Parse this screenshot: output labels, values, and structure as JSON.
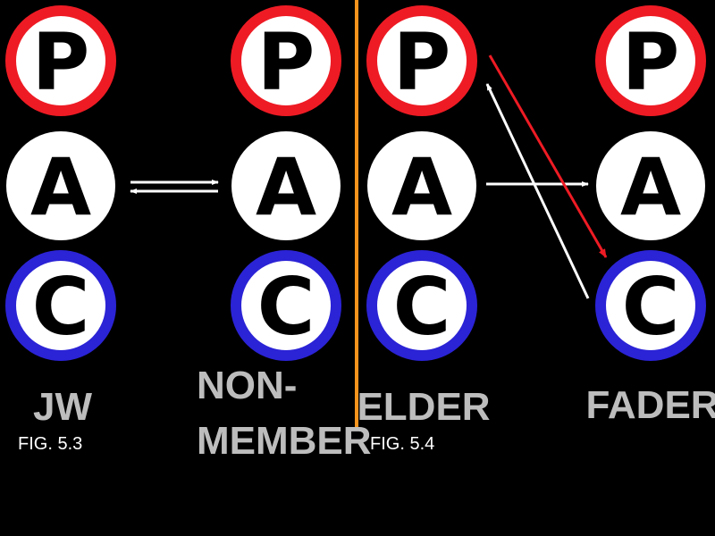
{
  "colors": {
    "background": "#000000",
    "p_ring": "#ee1b24",
    "a_ring": "#ffffff",
    "c_ring": "#2b23d6",
    "circle_fill": "#ffffff",
    "letter": "#000000",
    "label": "#bdbdbd",
    "divider": "#f7941d",
    "arrow_white": "#ffffff",
    "arrow_red": "#ee1b24"
  },
  "fig_5_3": {
    "caption": "FIG. 5.3",
    "left": {
      "label": "JW",
      "circles": [
        "P",
        "A",
        "C"
      ]
    },
    "right": {
      "label_line1": "NON-",
      "label_line2": "MEMBER",
      "circles": [
        "P",
        "A",
        "C"
      ]
    },
    "arrows": [
      {
        "from": "left.A",
        "to": "right.A",
        "color": "white"
      },
      {
        "from": "right.A",
        "to": "left.A",
        "color": "white"
      }
    ]
  },
  "fig_5_4": {
    "caption": "FIG. 5.4",
    "left": {
      "label": "ELDER",
      "circles": [
        "P",
        "A",
        "C"
      ]
    },
    "right": {
      "label": "FADER",
      "circles": [
        "P",
        "A",
        "C"
      ]
    },
    "arrows": [
      {
        "from": "left.A",
        "to": "right.A",
        "color": "white"
      },
      {
        "from": "right.C",
        "to": "left.P",
        "color": "white"
      },
      {
        "from": "left.P",
        "to": "right.C",
        "color": "red"
      }
    ]
  }
}
